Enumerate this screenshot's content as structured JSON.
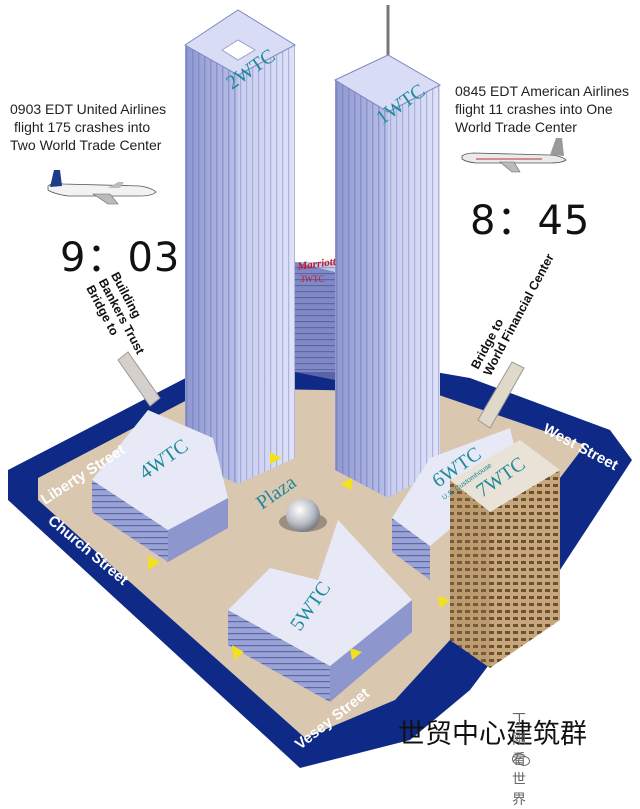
{
  "notes": {
    "left": [
      "0903 EDT United Airlines",
      "flight 175 crashes into",
      "Two World Trade Center"
    ],
    "right": [
      "0845 EDT American Airlines",
      "flight 11 crashes into One",
      "World Trade Center"
    ]
  },
  "times": {
    "left": "9：03",
    "right": "8：45"
  },
  "towers": {
    "south": "2WTC",
    "north": "1WTC",
    "hotel": "3WTC",
    "hotel_sign": "Marriott"
  },
  "buildings": {
    "b4": "4WTC",
    "b5": "5WTC",
    "b6": "6WTC",
    "b6_sub": "U.S. Customhouse",
    "b7": "7WTC",
    "plaza": "Plaza"
  },
  "streets": {
    "liberty": "Liberty Street",
    "church": "Church Street",
    "vesey": "Vesey Street",
    "west": "West Street"
  },
  "bridges": {
    "left": [
      "Bridge to",
      "Bankers Trust",
      "Building"
    ],
    "right": [
      "Bridge to",
      "World Financial Center"
    ]
  },
  "caption": "世贸中心建筑群",
  "watermark": "丁刚看世界",
  "colors": {
    "street": "#0e2a86",
    "plaza": "#d9c7b0",
    "tower": "#9fa8dc",
    "bldg7": "#b08f64",
    "marker": "#f2e21c"
  }
}
